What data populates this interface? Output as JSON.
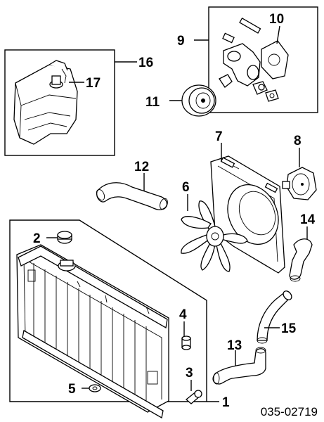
{
  "diagram_code": "035-02719",
  "callouts": {
    "c1": "1",
    "c2": "2",
    "c3": "3",
    "c4": "4",
    "c5": "5",
    "c6": "6",
    "c7": "7",
    "c8": "8",
    "c9": "9",
    "c10": "10",
    "c11": "11",
    "c12": "12",
    "c13": "13",
    "c14": "14",
    "c15": "15",
    "c16": "16",
    "c17": "17"
  }
}
